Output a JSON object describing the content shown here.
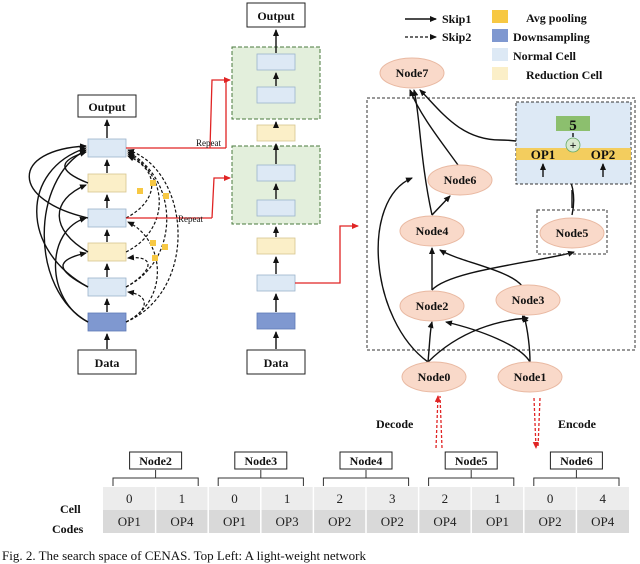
{
  "legend": {
    "skip1": "Skip1",
    "skip2": "Skip2",
    "avg_pooling": "Avg pooling",
    "downsampling": "Downsampling",
    "normal_cell": "Normal Cell",
    "reduction_cell": "Reduction Cell"
  },
  "left_network": {
    "output": "Output",
    "data": "Data"
  },
  "middle_network": {
    "output": "Output",
    "data": "Data",
    "repeat1": "Repeat",
    "repeat2": "Repeat"
  },
  "nodes": {
    "node0": "Node0",
    "node1": "Node1",
    "node2": "Node2",
    "node3": "Node3",
    "node4": "Node4",
    "node5": "Node5",
    "node6": "Node6",
    "node7": "Node7"
  },
  "inset": {
    "op1": "OP1",
    "op2": "OP2",
    "plus": "+",
    "five": "5"
  },
  "flow": {
    "decode": "Decode",
    "encode": "Encode"
  },
  "groups": [
    "Node2",
    "Node3",
    "Node4",
    "Node5",
    "Node6"
  ],
  "cell_codes_label": [
    "Cell",
    "Codes"
  ],
  "codes_row": [
    "0",
    "1",
    "0",
    "1",
    "2",
    "3",
    "2",
    "1",
    "0",
    "4"
  ],
  "ops_row": [
    "OP1",
    "OP4",
    "OP1",
    "OP3",
    "OP2",
    "OP2",
    "OP4",
    "OP1",
    "OP2",
    "OP4"
  ],
  "caption": "Fig. 2. The search space of CENAS. Top Left: A light-weight network",
  "colors": {
    "avg_pooling": "#f7c843",
    "downsampling": "#7f98d0",
    "normal_cell": "#dde9f5",
    "reduction_cell": "#fbefc8",
    "node": "#f9d9c9",
    "red_arrow": "#e02424",
    "green_block": "#e3efdc"
  }
}
